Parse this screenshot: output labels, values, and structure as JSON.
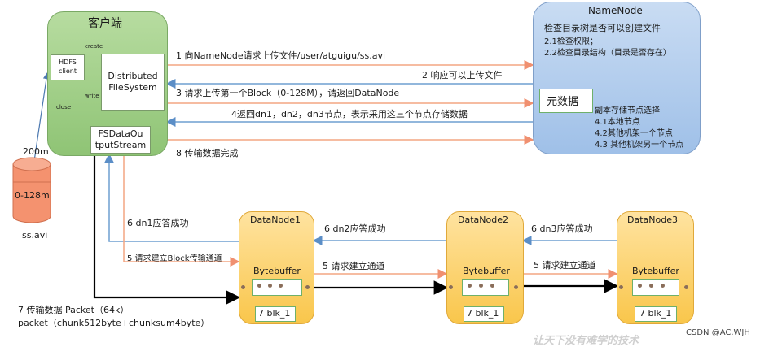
{
  "client": {
    "title": "客户端",
    "hdfs_client": [
      "HDFS",
      "client"
    ],
    "dfs_box": [
      "Distributed",
      "FileSystem"
    ],
    "fsdos_box": [
      "FSDataOu",
      "tputStream"
    ],
    "create_label": "create",
    "write_label": "write",
    "close_label": "close"
  },
  "file": {
    "size": "200m",
    "block": "0-128m",
    "name": "ss.avi"
  },
  "namenode": {
    "title": "NameNode",
    "check_lines": [
      "检查目录树是否可以创建文件",
      "2.1检查权限；",
      "2.2检查目录结构（目录是否存在）"
    ],
    "metadata": "元数据",
    "replica_lines": [
      "副本存储节点选择",
      "4.1本地节点",
      "4.2其他机架一个节点",
      "4.3 其他机架另一个节点"
    ]
  },
  "messages": {
    "m1": "1 向NameNode请求上传文件/user/atguigu/ss.avi",
    "m2": "2 响应可以上传文件",
    "m3": "3 请求上传第一个Block（0-128M），请返回DataNode",
    "m4": "4返回dn1，dn2，dn3节点，表示采用这三个节点存储数据",
    "m8": "8 传输数据完成",
    "ack1": "6 dn1应答成功",
    "req1": "5 请求建立Block传输通道",
    "ack2": "6 dn2应答成功",
    "req2": "5 请求建立通道",
    "ack3": "6 dn3应答成功",
    "req3": "5 请求建立通道",
    "packet1": "7 传输数据  Packet（64k）",
    "packet2": "packet（chunk512byte+chunksum4byte）"
  },
  "datanodes": [
    {
      "title": "DataNode1",
      "buffer": "Bytebuffer",
      "blk": "7 blk_1"
    },
    {
      "title": "DataNode2",
      "buffer": "Bytebuffer",
      "blk": "7 blk_1"
    },
    {
      "title": "DataNode3",
      "buffer": "Bytebuffer",
      "blk": "7 blk_1"
    }
  ],
  "watermark": "让天下没有难学的技术",
  "credit": "CSDN @AC.WJH",
  "colors": {
    "orange": "#f4a582",
    "blue": "#6f9fd0",
    "black": "#000000"
  }
}
